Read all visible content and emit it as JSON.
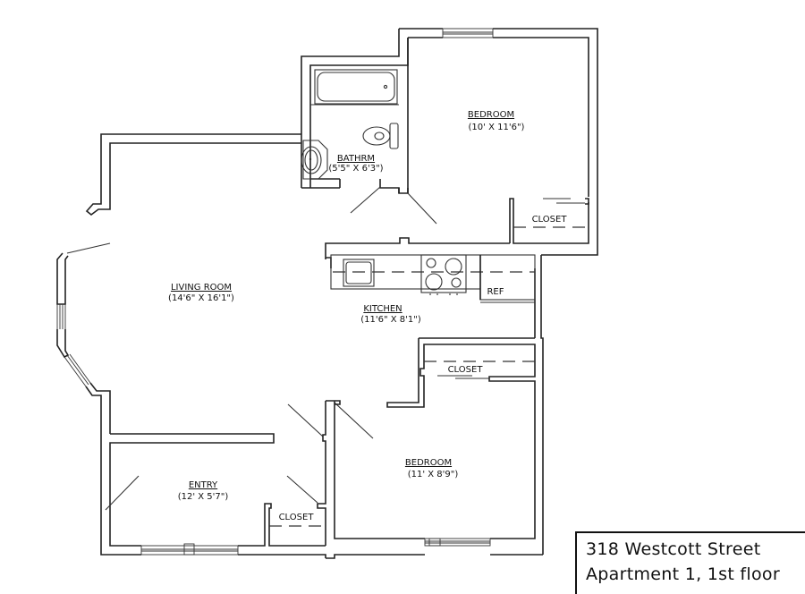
{
  "plan": {
    "rooms": [
      {
        "id": "living-room",
        "name": "LIVING ROOM",
        "dims": "(14'6\" X 16'1\")"
      },
      {
        "id": "kitchen",
        "name": "KITCHEN",
        "dims": "(11'6\" X 8'1\")"
      },
      {
        "id": "bathroom",
        "name": "BATHRM",
        "dims": "(5'5\" X 6'3\")"
      },
      {
        "id": "bedroom-1",
        "name": "BEDROOM",
        "dims": "(10' X 11'6\")"
      },
      {
        "id": "bedroom-2",
        "name": "BEDROOM",
        "dims": "(11' X 8'9\")"
      },
      {
        "id": "entry",
        "name": "ENTRY",
        "dims": "(12' X 5'7\")"
      }
    ],
    "closets": {
      "bedroom1": "CLOSET",
      "bedroom2": "CLOSET",
      "entry": "CLOSET"
    },
    "appliances": {
      "refrigerator": "REF"
    }
  },
  "title_block": {
    "line1": "318 Westcott Street",
    "line2": "Apartment 1, 1st floor"
  }
}
